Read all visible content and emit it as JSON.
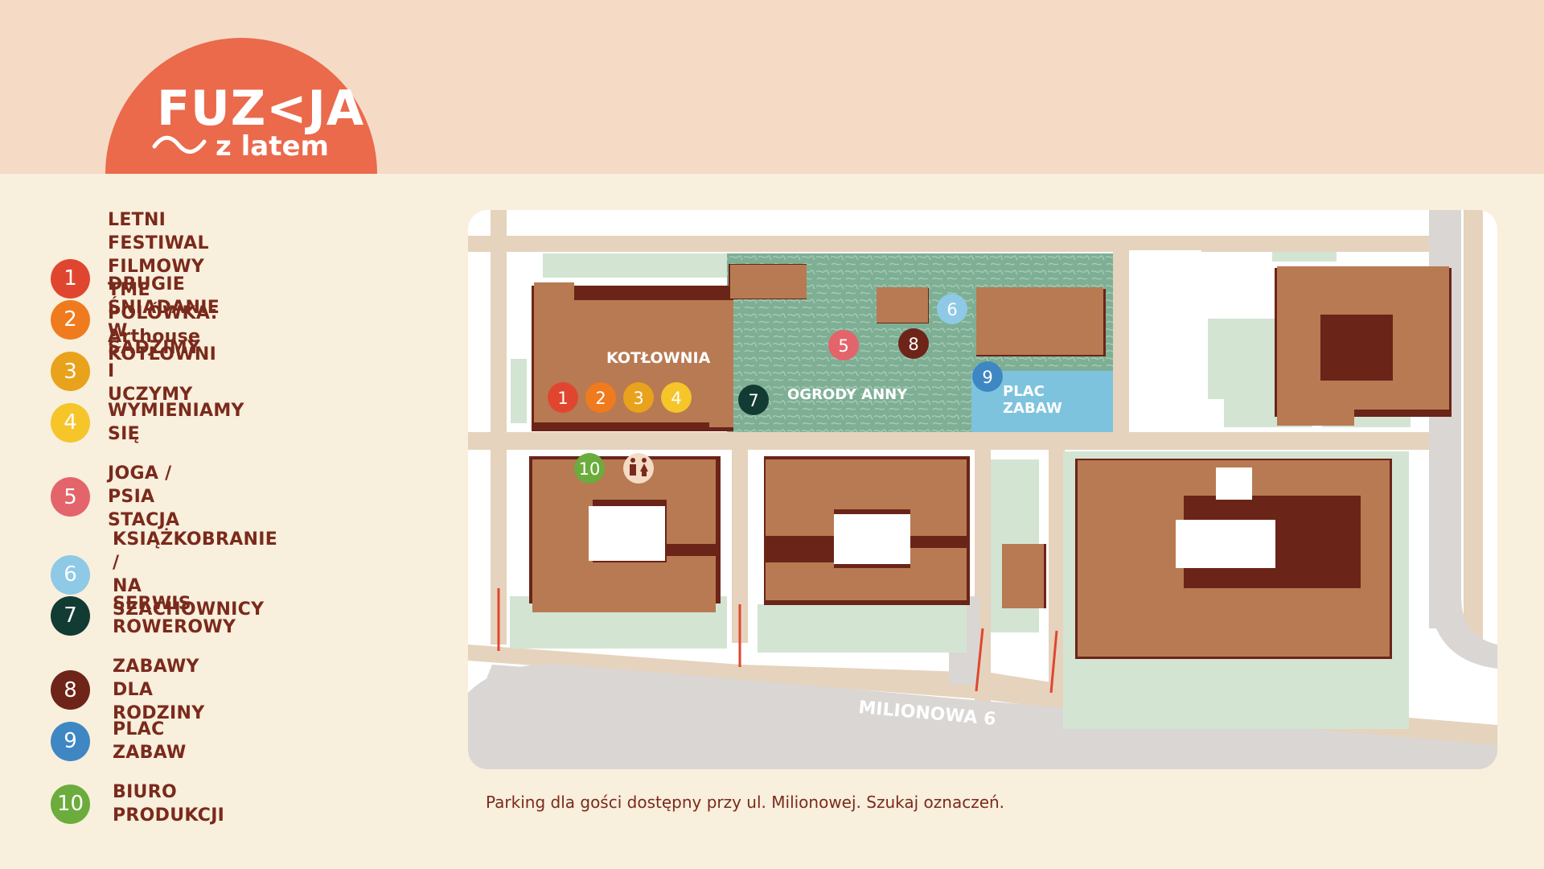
{
  "logo": {
    "title": "FUZ<JA",
    "subtitle": "z latem",
    "colors": {
      "arc": "#ea6a4b",
      "band": "#f5dbc6",
      "background": "#f8efdc"
    }
  },
  "legend": [
    {
      "number": "1",
      "line1": "LETNI FESTIWAL FILMOWY",
      "line2_caps": "TME POLÓWKA: ",
      "line2_plain": "Arthouse",
      "color": "#e0462f"
    },
    {
      "number": "2",
      "label": "DRUGIE ŚNIADANIE\nW KOTŁOWNI",
      "color": "#ef7b1e"
    },
    {
      "number": "3",
      "label": "SADZIMY I UCZYMY",
      "color": "#e9a21c"
    },
    {
      "number": "4",
      "label": "WYMIENIAMY SIĘ",
      "color": "#f5c52a"
    },
    {
      "number": "5",
      "label": "JOGA / PSIA STACJA",
      "color": "#e4646c"
    },
    {
      "number": "6",
      "label": "KSIĄŻKOBRANIE /\nNA SZACHOWNICY",
      "color": "#8ec9e6"
    },
    {
      "number": "7",
      "label": "SERWIS ROWEROWY",
      "color": "#123b33"
    },
    {
      "number": "8",
      "label": "ZABAWY DLA RODZINY",
      "color": "#6e2418"
    },
    {
      "number": "9",
      "label": "PLAC ZABAW",
      "color": "#3f87c3"
    },
    {
      "number": "10",
      "label": "BIURO PRODUKCJI",
      "color": "#6bac3d"
    }
  ],
  "map": {
    "labels": {
      "kotlownia": "KOTŁOWNIA",
      "ogrody": "OGRODY ANNY",
      "plac_line1": "PLAC",
      "plac_line2": "ZABAW",
      "street": "MILIONOWA 6"
    },
    "markers": [
      "1",
      "2",
      "3",
      "4",
      "5",
      "6",
      "7",
      "8",
      "9",
      "10"
    ],
    "toilet_icon": "toilet-icon",
    "colors": {
      "building": "#b87a52",
      "building_shadow": "#6b2418",
      "road": "#e5d3bd",
      "street": "#d9d6d4",
      "green": "#d3e4d3",
      "garden": "#7eaf95",
      "playground": "#7ec3de",
      "parking_mark": "#e0462f"
    }
  },
  "footnote": "Parking dla gości dostępny przy ul. Milionowej. Szukaj oznaczeń."
}
